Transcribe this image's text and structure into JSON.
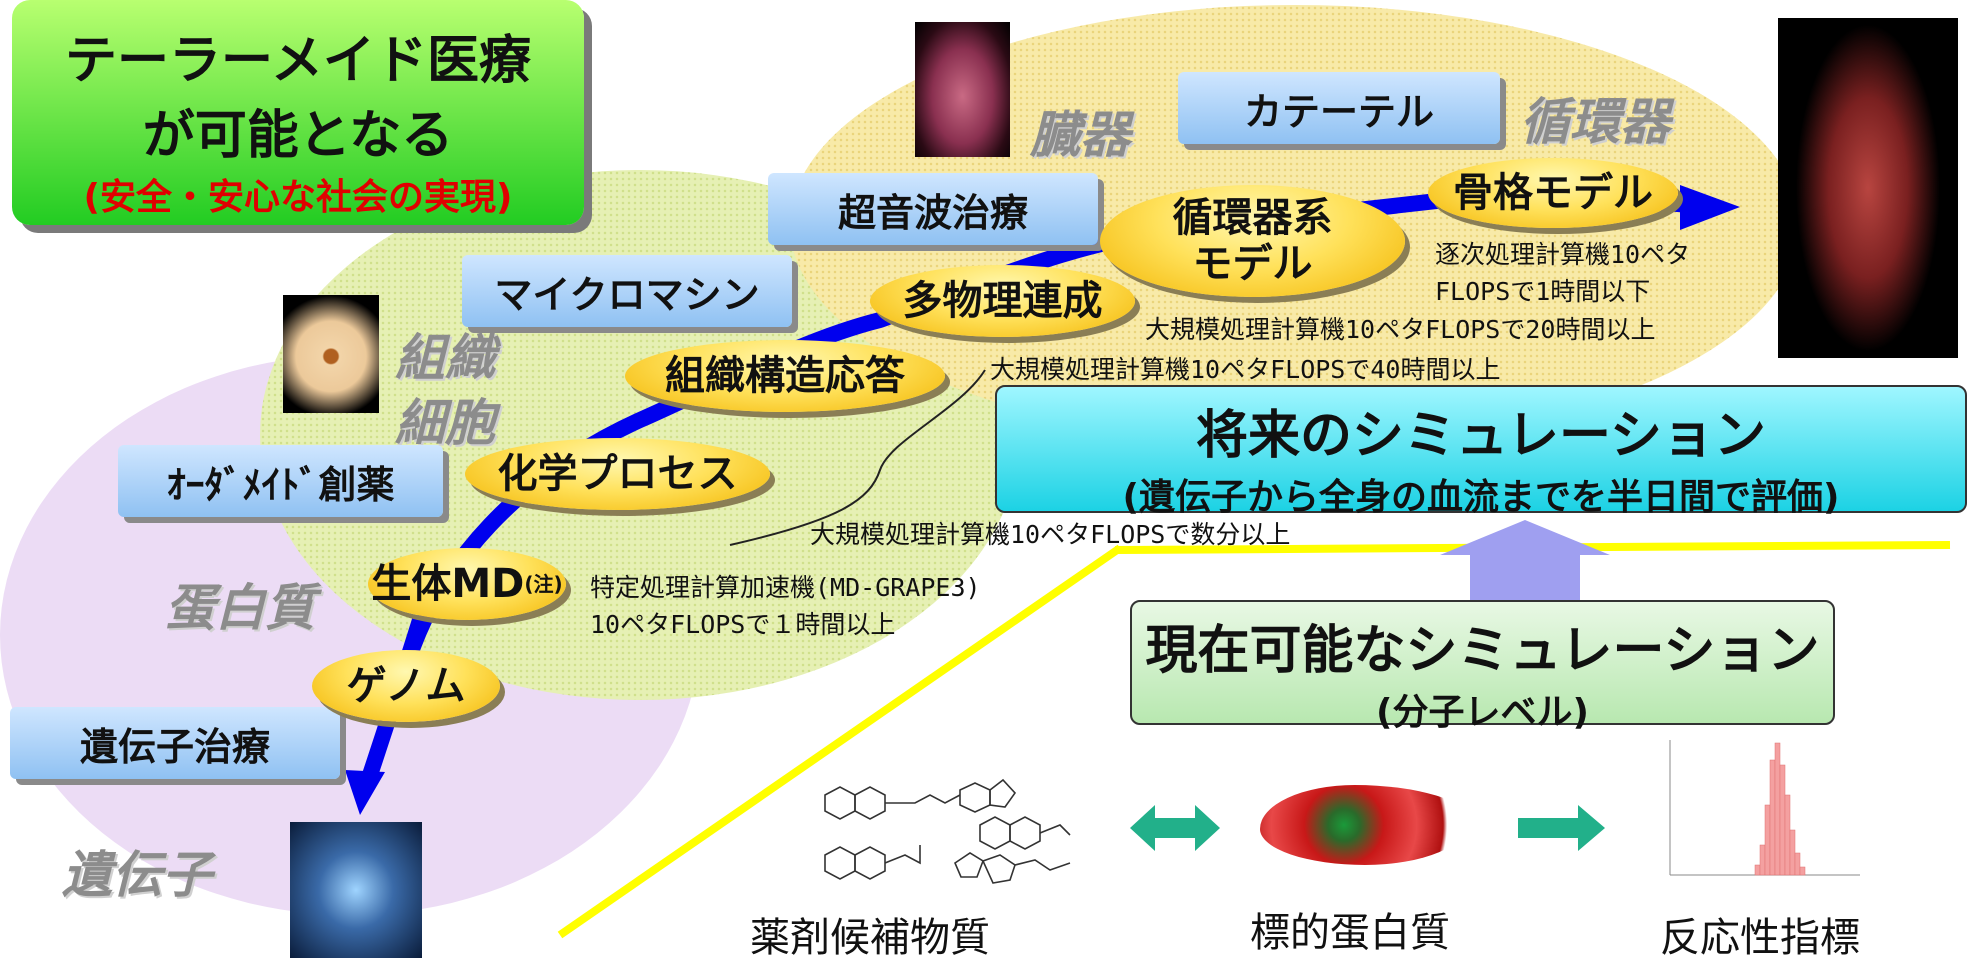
{
  "headline": {
    "line1": "テーラーメイド医療",
    "line2": "が可能となる",
    "line3": "(安全・安心な社会の実現)"
  },
  "categories": {
    "organ": "臓器",
    "circulatory": "循環器",
    "tissue": "組織",
    "cell": "細胞",
    "protein": "蛋白質",
    "gene": "遺伝子"
  },
  "applications": {
    "catheter": "カテーテル",
    "ultrasound": "超音波治療",
    "micromachine": "マイクロマシン",
    "order_made_drug": "ｵｰﾀﾞﾒｲﾄﾞ創薬",
    "gene_therapy": "遺伝子治療"
  },
  "stages": {
    "genome": "ゲノム",
    "bio_md": "生体MD",
    "bio_md_note": "(注)",
    "chemical_process": "化学プロセス",
    "tissue_response": "組織構造応答",
    "multiphysics": "多物理連成",
    "circulatory_model_line1": "循環器系",
    "circulatory_model_line2": "モデル",
    "skeleton_model": "骨格モデル"
  },
  "notes": {
    "sequential_line1": "逐次処理計算機10ペタ",
    "sequential_line2": "FLOPSで1時間以下",
    "large_20h": "大規模処理計算機10ペタFLOPSで20時間以上",
    "large_40h": "大規模処理計算機10ペタFLOPSで40時間以上",
    "large_minutes": "大規模処理計算機10ペタFLOPSで数分以上",
    "special_line1": "特定処理計算加速機(MD-GRAPE3)",
    "special_line2": "10ペタFLOPSで１時間以上"
  },
  "future": {
    "title": "将来のシミュレーション",
    "subtitle": "(遺伝子から全身の血流までを半日間で評価)"
  },
  "current": {
    "title": "現在可能なシミュレーション",
    "subtitle": "(分子レベル)"
  },
  "pipeline": {
    "drug_candidates": "薬剤候補物質",
    "target_protein": "標的蛋白質",
    "reactivity_index": "反応性指標"
  },
  "colors": {
    "headline_green": "#33dd22",
    "future_cyan": "#22d8e8",
    "current_green": "#ccf0c8",
    "flow_blue": "#0000ee",
    "accent_yellow": "#ffff00",
    "teal_arrow": "#22b08a"
  }
}
